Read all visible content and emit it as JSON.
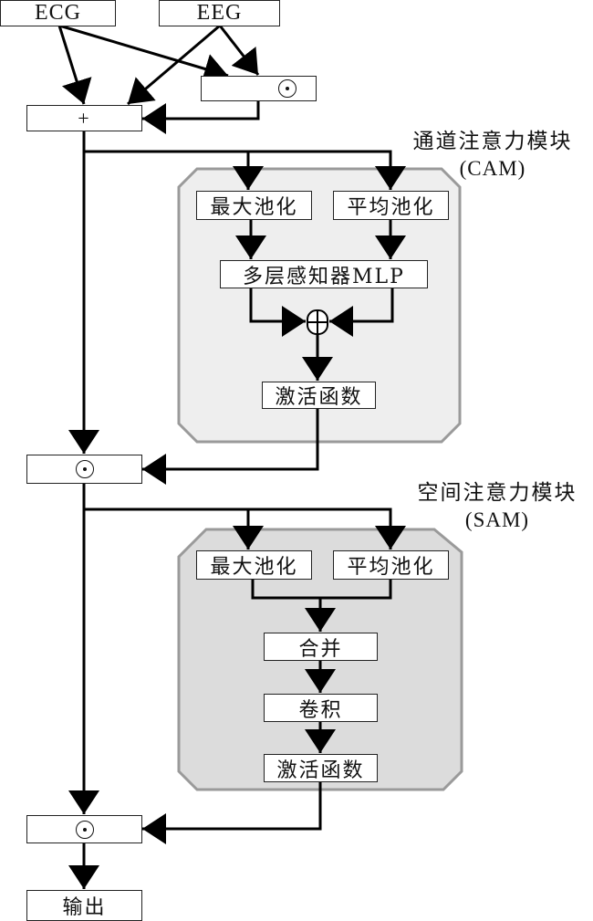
{
  "inputs": {
    "ecg_label": "ECG",
    "eeg_label": "EEG"
  },
  "operators": {
    "top_multiply": {
      "symbol": "⊙",
      "icon": "hadamard-product-icon"
    },
    "add": {
      "symbol": "+",
      "icon": "plus-icon"
    },
    "mid_multiply": {
      "symbol": "⊙",
      "icon": "hadamard-product-icon"
    },
    "bottom_multiply": {
      "symbol": "⊙",
      "icon": "hadamard-product-icon"
    },
    "cam_sum": {
      "symbol": "⊕",
      "icon": "circled-plus-icon"
    }
  },
  "cam": {
    "title": "通道注意力模块",
    "abbr": "(CAM)",
    "max_pool": "最大池化",
    "avg_pool": "平均池化",
    "mlp": "多层感知器MLP",
    "activation": "激活函数",
    "panel_color": "#eeeeee"
  },
  "sam": {
    "title": "空间注意力模块",
    "abbr": "(SAM)",
    "max_pool": "最大池化",
    "avg_pool": "平均池化",
    "concat": "合并",
    "conv": "卷积",
    "activation": "激活函数",
    "panel_color": "#dcdcdc"
  },
  "output": {
    "label": "输出"
  },
  "colors": {
    "line": "#000000",
    "panel_border": "#9a9a9a",
    "box_border": "#222222"
  }
}
